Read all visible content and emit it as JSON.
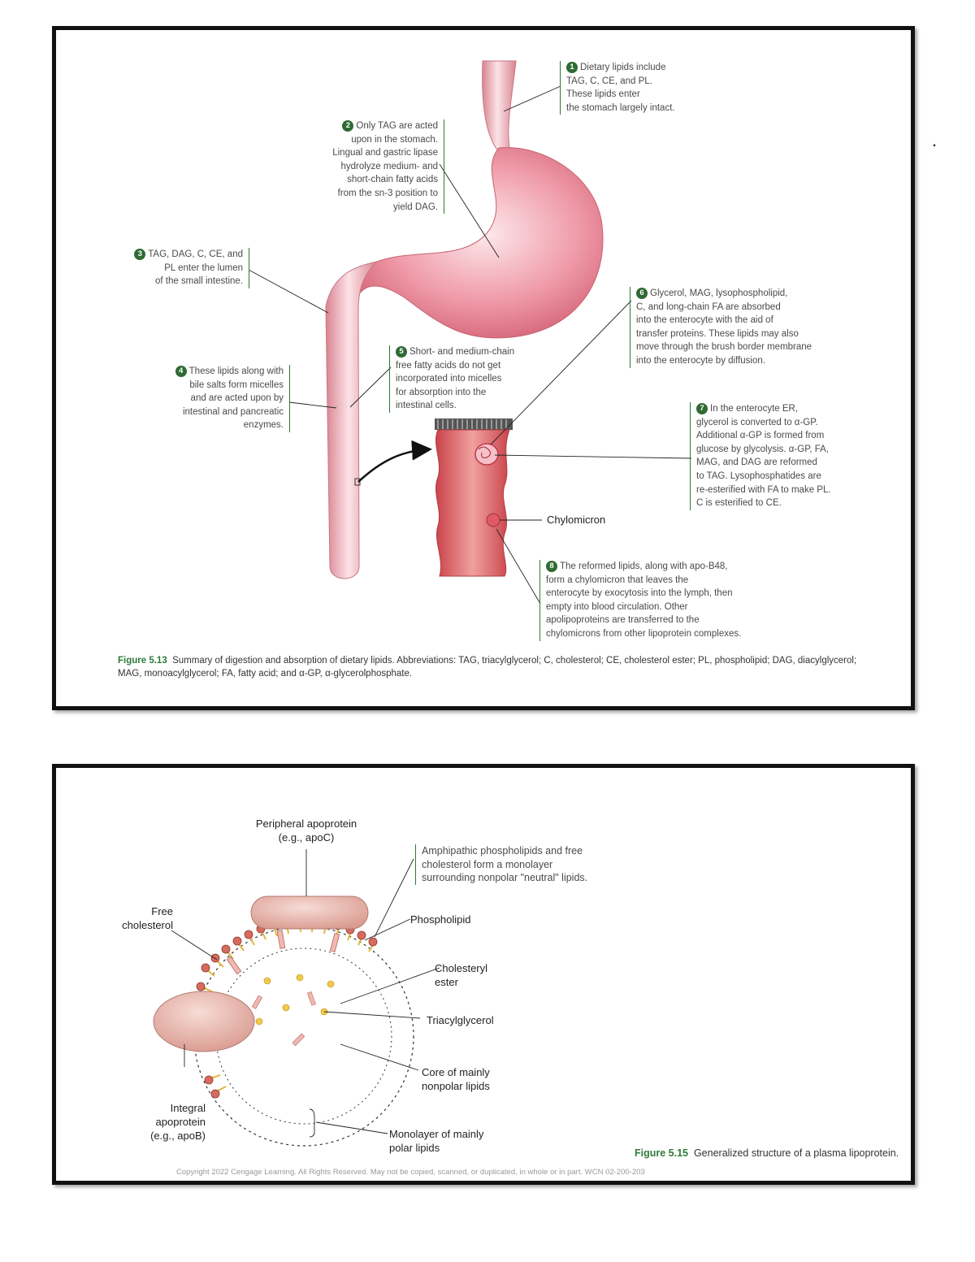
{
  "stray_marks": [
    ".",
    "."
  ],
  "figure1": {
    "callouts": [
      {
        "num": "1",
        "lines": [
          "Dietary lipids include",
          "TAG, C, CE, and PL.",
          "These lipids enter",
          "the stomach largely intact."
        ]
      },
      {
        "num": "2",
        "lines": [
          "Only TAG are acted",
          "upon in the stomach.",
          "Lingual and gastric lipase",
          "hydrolyze medium- and",
          "short-chain fatty acids",
          "from the sn-3 position to",
          "yield DAG."
        ]
      },
      {
        "num": "3",
        "lines": [
          "TAG, DAG, C, CE, and",
          "PL enter the lumen",
          "of the small intestine."
        ]
      },
      {
        "num": "4",
        "lines": [
          "These lipids along with",
          "bile salts form micelles",
          "and are acted upon by",
          "intestinal and pancreatic",
          "enzymes."
        ]
      },
      {
        "num": "5",
        "lines": [
          "Short- and medium-chain",
          "free fatty acids do not get",
          "incorporated into micelles",
          "for absorption into the",
          "intestinal cells."
        ]
      },
      {
        "num": "6",
        "lines": [
          "Glycerol, MAG, lysophospholipid,",
          "C, and long-chain FA are absorbed",
          "into the enterocyte with the aid of",
          "transfer proteins. These lipids may also",
          "move through the brush border membrane",
          "into the enterocyte by diffusion."
        ]
      },
      {
        "num": "7",
        "lines": [
          "In the enterocyte ER,",
          "glycerol is converted to α-GP.",
          "Additional α-GP is formed from",
          "glucose by glycolysis. α-GP, FA,",
          "MAG, and DAG are reformed",
          "to TAG. Lysophosphatides are",
          "re-esterified with FA to make PL.",
          "C is esterified to CE."
        ]
      },
      {
        "num": "8",
        "lines": [
          "The reformed lipids, along with apo-B48,",
          "form a chylomicron that leaves the",
          "enterocyte by exocytosis into the lymph, then",
          "empty into blood circulation. Other",
          "apolipoproteins are transferred to the",
          "chylomicrons from other lipoprotein complexes."
        ]
      }
    ],
    "chylomicron_label": "Chylomicron",
    "caption_fig": "Figure 5.13",
    "caption_text": "Summary of digestion and absorption of dietary lipids. Abbreviations: TAG, triacylglycerol; C, cholesterol; CE, cholesterol ester; PL, phospholipid; DAG, diacylglycerol;",
    "caption_text2": "MAG, monoacylglycerol; FA, fatty acid; and α-GP, α-glycerolphosphate."
  },
  "figure2": {
    "labels": {
      "peripheral": [
        "Peripheral apoprotein",
        "(e.g., apoC)"
      ],
      "amphipathic": [
        "Amphipathic phospholipids and free",
        "cholesterol form a monolayer",
        "surrounding nonpolar \"neutral\" lipids."
      ],
      "free_cholesterol": [
        "Free",
        "cholesterol"
      ],
      "phospholipid": [
        "Phospholipid"
      ],
      "cholesteryl_ester": [
        "Cholesteryl",
        "ester"
      ],
      "triacylglycerol": [
        "Triacylglycerol"
      ],
      "core": [
        "Core of mainly",
        "nonpolar lipids"
      ],
      "integral": [
        "Integral",
        "apoprotein",
        "(e.g., apoB)"
      ],
      "monolayer": [
        "Monolayer of mainly",
        "polar lipids"
      ]
    },
    "caption_fig": "Figure 5.15",
    "caption_text": "Generalized structure of a plasma lipoprotein.",
    "copyright": "Copyright 2022 Cengage Learning. All Rights Reserved. May not be copied, scanned, or duplicated, in whole or in part.  WCN 02-200-203"
  },
  "colors": {
    "callout_green": "#2f7a3a",
    "stomach_pink": "#e8a0ab",
    "intestine_red": "#d96a6e",
    "lipid_yellow": "#f2c94c"
  }
}
